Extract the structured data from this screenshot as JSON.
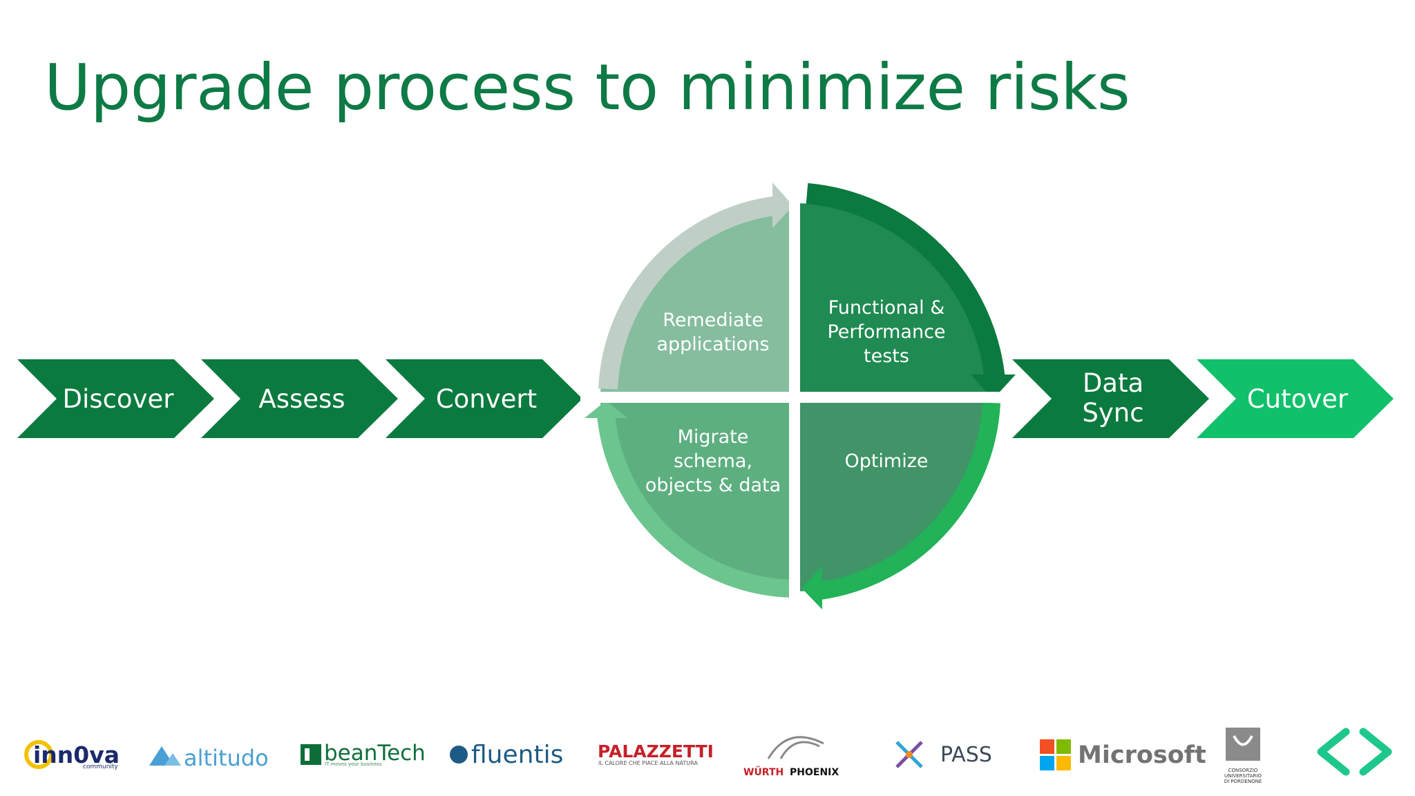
{
  "slide": {
    "title": "Upgrade process to minimize risks"
  },
  "process": {
    "steps": [
      {
        "label": "Discover",
        "color": "#0b7a3f"
      },
      {
        "label": "Assess",
        "color": "#0b7a3f"
      },
      {
        "label": "Convert",
        "color": "#0b7a3f"
      },
      {
        "label": "Data",
        "label2": "Sync",
        "color": "#0b7a3f"
      },
      {
        "label": "Cutover",
        "color": "#10c06a"
      }
    ],
    "cycle": {
      "quadrants": [
        {
          "lines": [
            "Remediate",
            "applications"
          ],
          "color": "#85bd9e"
        },
        {
          "lines": [
            "Functional &",
            "Performance",
            "tests"
          ],
          "color": "#1f8a52"
        },
        {
          "lines": [
            "Migrate",
            "schema,",
            "objects & data"
          ],
          "color": "#5daf80"
        },
        {
          "lines": [
            "Optimize"
          ],
          "color": "#409467"
        }
      ]
    }
  },
  "logos": {
    "innova": {
      "text": "inn0va",
      "sub": "community"
    },
    "altitudo": "altitudo",
    "beantech": {
      "text": "beanTech",
      "tagline": "IT moves your business"
    },
    "fluentis": "fluentis",
    "palazzetti": {
      "text": "PALAZZETTI",
      "tagline": "IL CALORE CHE PIACE ALLA NATURA"
    },
    "wurth": {
      "text1": "WÜRTH",
      "text2": "PHOENIX"
    },
    "pass": "PASS",
    "microsoft": "Microsoft",
    "consorzio": [
      "CONSORZIO",
      "UNIVERSITARIO",
      "DI PORDENONE"
    ]
  },
  "colors": {
    "title": "#0e7a45",
    "dark_green": "#0b7a3f",
    "bright_green": "#10c06a"
  }
}
